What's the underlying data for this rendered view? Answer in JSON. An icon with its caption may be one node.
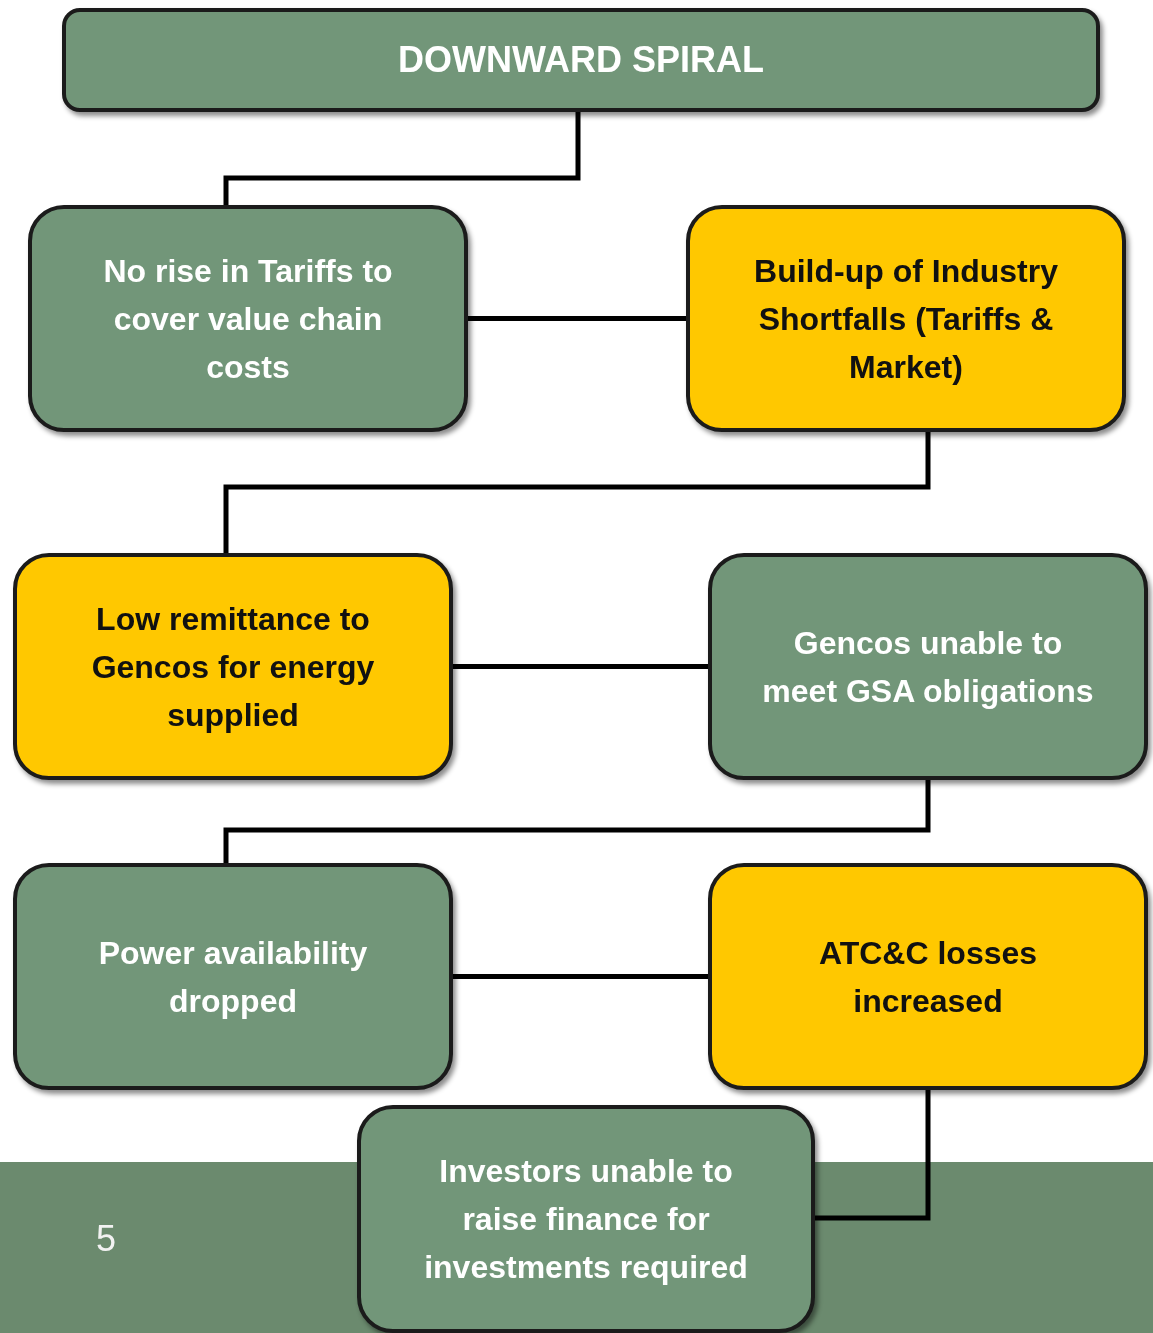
{
  "diagram": {
    "nodes": [
      {
        "text": [
          "DOWNWARD SPIRAL"
        ]
      },
      {
        "text": [
          "No rise in Tariffs to cover value chain costs"
        ]
      },
      {
        "text": [
          "Build-up of Industry Shortfalls (Tariffs & Market)"
        ]
      },
      {
        "text": [
          "Low remittance to Gencos for energy supplied"
        ]
      },
      {
        "text": [
          "Gencos unable to meet GSA obligations"
        ]
      },
      {
        "text": [
          "Power availability dropped"
        ]
      },
      {
        "text": [
          "ATC&C losses increased"
        ]
      },
      {
        "text": [
          "Investors unable to raise finance for investments required"
        ]
      }
    ],
    "edges": [
      {
        "from": 0,
        "to": 1,
        "arrow": "none"
      },
      {
        "from": 1,
        "to": 2,
        "arrow": "none"
      },
      {
        "from": 2,
        "to": 3,
        "arrow": "none"
      },
      {
        "from": 3,
        "to": 4,
        "arrow": "none"
      },
      {
        "from": 4,
        "to": 5,
        "arrow": "none"
      },
      {
        "from": 5,
        "to": 6,
        "arrow": "none"
      },
      {
        "from": 6,
        "to": 7,
        "arrow": "none"
      }
    ],
    "labels": [
      "5"
    ]
  }
}
